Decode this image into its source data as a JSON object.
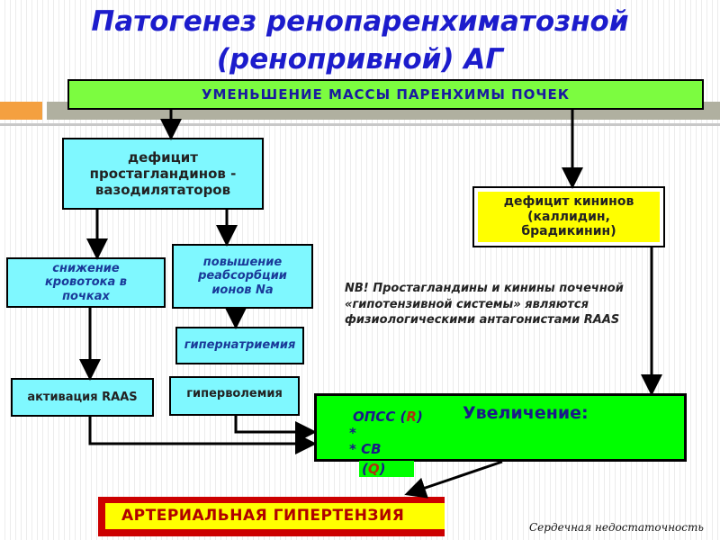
{
  "title": {
    "line1": "Патогенез ренопаренхиматозной",
    "line2": "(ренопривной) АГ"
  },
  "top_box": "УМЕНЬШЕНИЕ МАССЫ ПАРЕНХИМЫ ПОЧЕК",
  "boxes": {
    "prostaglandin_deficit": "дефицит простагландинов - вазодилятаторов",
    "blood_flow": "снижение кровотока в почках",
    "reabsorption": "повышение реабсорбции ионов Na",
    "hypernatremia": "гипернатриемия",
    "raas": "активация RAAS",
    "hypervolemia": "гиперволемия",
    "kinin_deficit": "дефицит кининов (каллидин, брадикинин)"
  },
  "note": "NB! Простагландины и кинины почечной «гипотензивной системы» являются физиологическими антагонистами RAAS",
  "increase": {
    "title": "Увеличение:",
    "opss": "ОПСС (",
    "r": "R",
    ")": ")",
    "star": "*",
    "sv": "* СВ",
    "q_open": "(",
    "q": "Q",
    "q_close": ")"
  },
  "result": "АРТЕРИАЛЬНАЯ ГИПЕРТЕНЗИЯ",
  "footer": "Сердечная недостаточность",
  "colors": {
    "green": "#00ff00",
    "lime": "#7cfc40",
    "cyan": "#7ff8ff",
    "yellow": "#ffff00",
    "red": "#cc0000",
    "title": "#1c1ccc"
  }
}
